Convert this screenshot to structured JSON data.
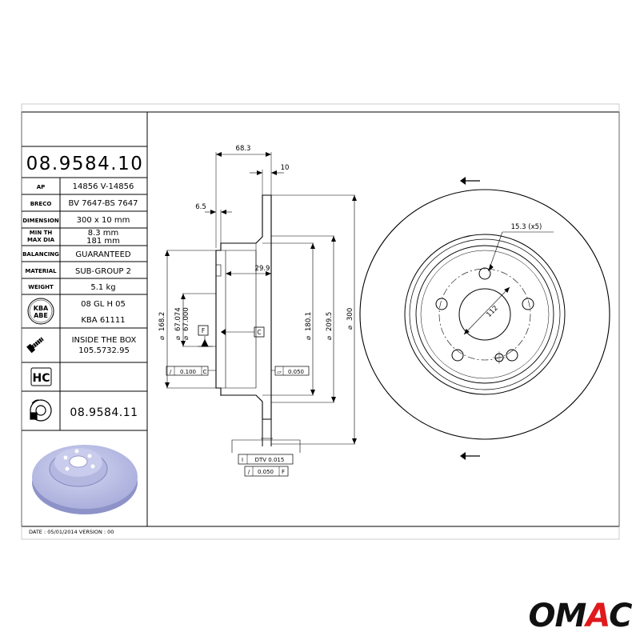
{
  "part_number": "08.9584.10",
  "spec_rows": [
    {
      "label": "AP",
      "value": "14856 V-14856"
    },
    {
      "label": "BRECO",
      "value": "BV 7647-BS 7647"
    },
    {
      "label": "DIMENSION",
      "value": "300 x 10 mm"
    },
    {
      "label": "MIN TH",
      "value": "8.3 mm"
    },
    {
      "label": "MAX DIA",
      "value": "181 mm"
    },
    {
      "label": "BALANCING",
      "value": "GUARANTEED"
    },
    {
      "label": "MATERIAL",
      "value": "SUB-GROUP 2"
    },
    {
      "label": "WEIGHT",
      "value": "5.1 kg"
    }
  ],
  "kba": {
    "line1": "KBA",
    "line2": "ABE",
    "value1": "08 GL H 05",
    "value2": "KBA 61111"
  },
  "inside_box": {
    "line1": "INSIDE THE BOX",
    "line2": "105.5732.95"
  },
  "hc_label": "HC",
  "alt_part_number": "08.9584.11",
  "footer": "DATE : 05/01/2014 VERSION : 00",
  "brand_logo_text": "OMAC",
  "colors": {
    "line": "#000000",
    "logo_dark": "#111111",
    "logo_red": "#e0191c",
    "disc": "#b9bde3",
    "disc_dark": "#9aa0d2"
  },
  "icons": [
    "screw-icon",
    "brake-disc-icon",
    "disc-3d-render"
  ],
  "dimensions": {
    "width_68_3": "68.3",
    "width_10": "10",
    "width_6_5": "6.5",
    "width_29_9": "29.9",
    "dia_168_2": "168.2",
    "dia_67_074": "67.074",
    "dia_67_000": "67.000",
    "dia_180_1": "180.1",
    "dia_209_5": "209.5",
    "dia_300": "300",
    "bolt_circle": "112",
    "holes": "15.3 (x5)",
    "dia_prefix": "⌀"
  },
  "datums": {
    "f": "F",
    "c": "C"
  },
  "tolerances": {
    "flat_left": "0.100",
    "flat_left_ref": "C",
    "flat_right": "0.050",
    "dtv": "DTV 0.015",
    "runout": "0.050",
    "runout_ref": "F",
    "flat_symbol": "⏥",
    "runout_symbol": "/"
  }
}
